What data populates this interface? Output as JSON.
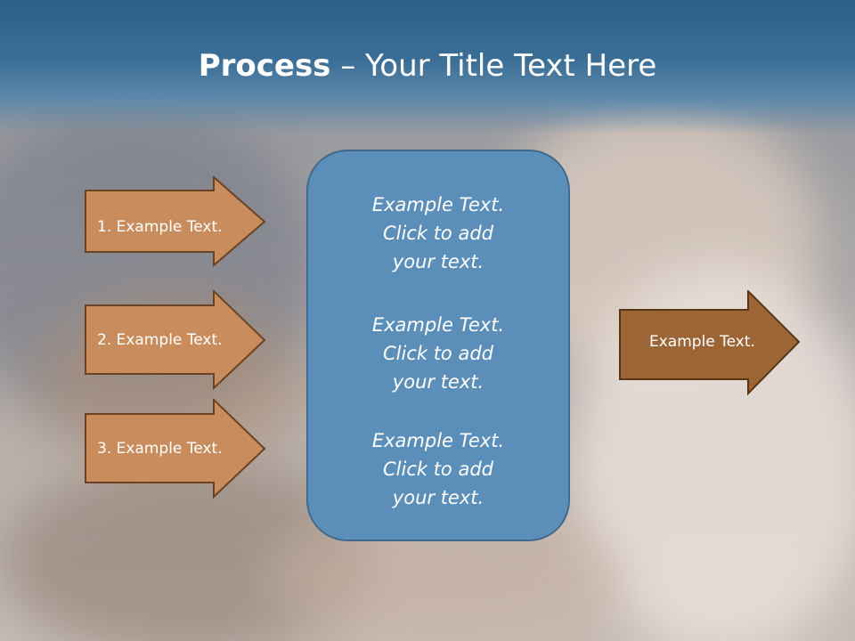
{
  "title": {
    "bold": "Process",
    "rest": " – Your Title Text Here"
  },
  "left_arrows": [
    {
      "label": "1. Example Text."
    },
    {
      "label": "2. Example Text."
    },
    {
      "label": "3. Example Text."
    }
  ],
  "center_box": {
    "items": [
      {
        "text": "Example Text.\nClick  to add\nyour text."
      },
      {
        "text": "Example Text.\nClick  to add\nyour text."
      },
      {
        "text": "Example Text.\nClick  to add\nyour text."
      }
    ]
  },
  "right_arrow": {
    "label": "Example Text."
  },
  "colors": {
    "title_bar": "#3b6e96",
    "center_box": "#5b8fb9",
    "left_arrow_fill": "#c98c5c",
    "right_arrow_fill": "#9c6535"
  }
}
